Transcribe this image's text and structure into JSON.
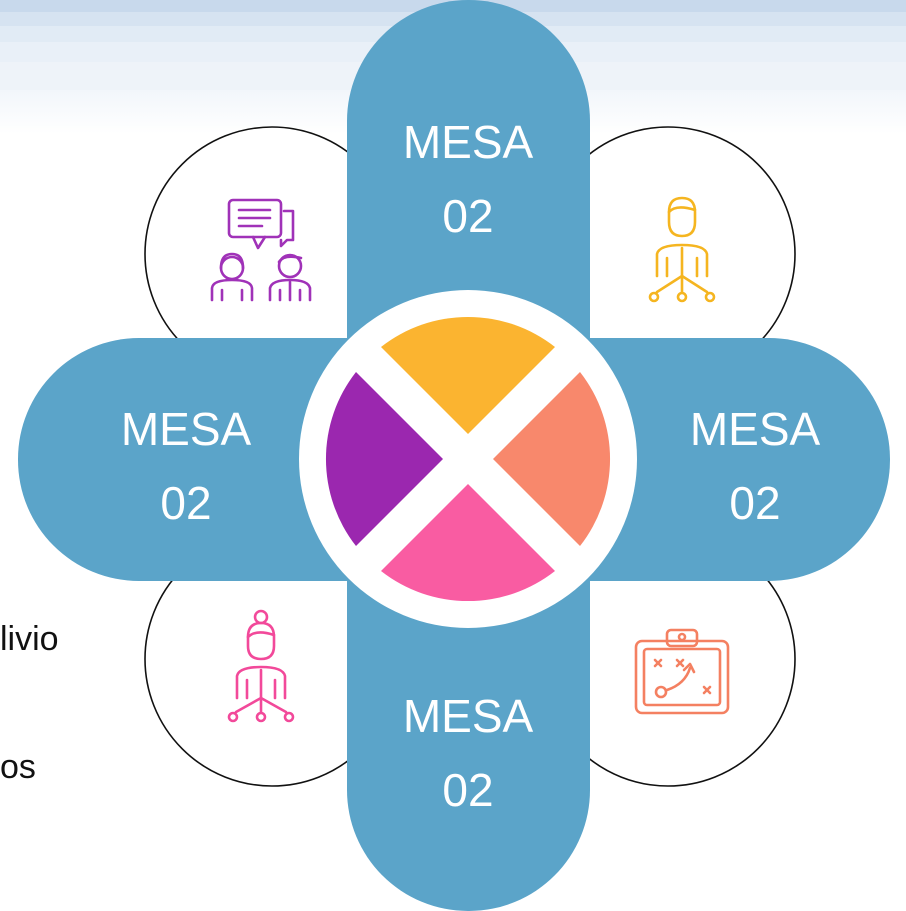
{
  "side_text": {
    "line1": "livio",
    "line2": "os"
  },
  "pills": {
    "top": {
      "line1": "MESA",
      "line2": "02"
    },
    "left": {
      "line1": "MESA",
      "line2": "02"
    },
    "right": {
      "line1": "MESA",
      "line2": "02"
    },
    "bottom": {
      "line1": "MESA",
      "line2": "02"
    }
  },
  "icons": {
    "top_left": "people-chat-icon",
    "top_right": "leader-hierarchy-icon",
    "bottom_left": "woman-hierarchy-icon",
    "bottom_right": "strategy-board-icon"
  },
  "colors": {
    "pill": "#5ba4c9",
    "slice_top": "#fbb430",
    "slice_right": "#f8886c",
    "slice_bottom": "#f95ca2",
    "slice_left": "#9b27af",
    "icon_purple": "#a032b8",
    "icon_yellow": "#f5b520",
    "icon_pink": "#f2499a",
    "icon_orange": "#f48061"
  }
}
